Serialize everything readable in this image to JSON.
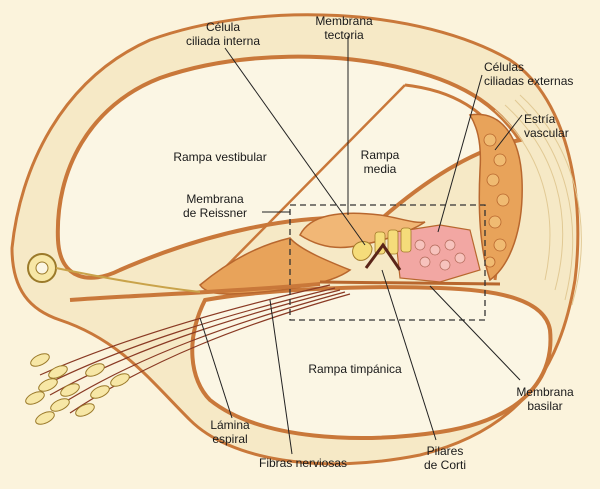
{
  "labels": {
    "celula_ciliada_interna": "Célula\nciliada interna",
    "membrana_tectoria": "Membrana\ntectoria",
    "celulas_ciliadas_externas": "Células\nciliadas externas",
    "estria_vascular": "Estría\nvascular",
    "rampa_vestibular": "Rampa vestibular",
    "rampa_media": "Rampa\nmedia",
    "membrana_reissner": "Membrana\nde Reissner",
    "rampa_timpanica": "Rampa timpánica",
    "membrana_basilar": "Membrana\nbasilar",
    "lamina_espiral": "Lámina\nespiral",
    "fibras_nerviosas": "Fibras nerviosas",
    "pilares_corti": "Pilares\nde Corti"
  },
  "colors": {
    "background": "#fbf3dc",
    "cochlea_fill": "#f6e9c6",
    "bone_outline": "#c9783a",
    "tissue_orange": "#e8a35a",
    "hair_cell_pink": "#f2a7a3",
    "nerve_yellow": "#f7e7a6",
    "leader_line": "#222222"
  }
}
